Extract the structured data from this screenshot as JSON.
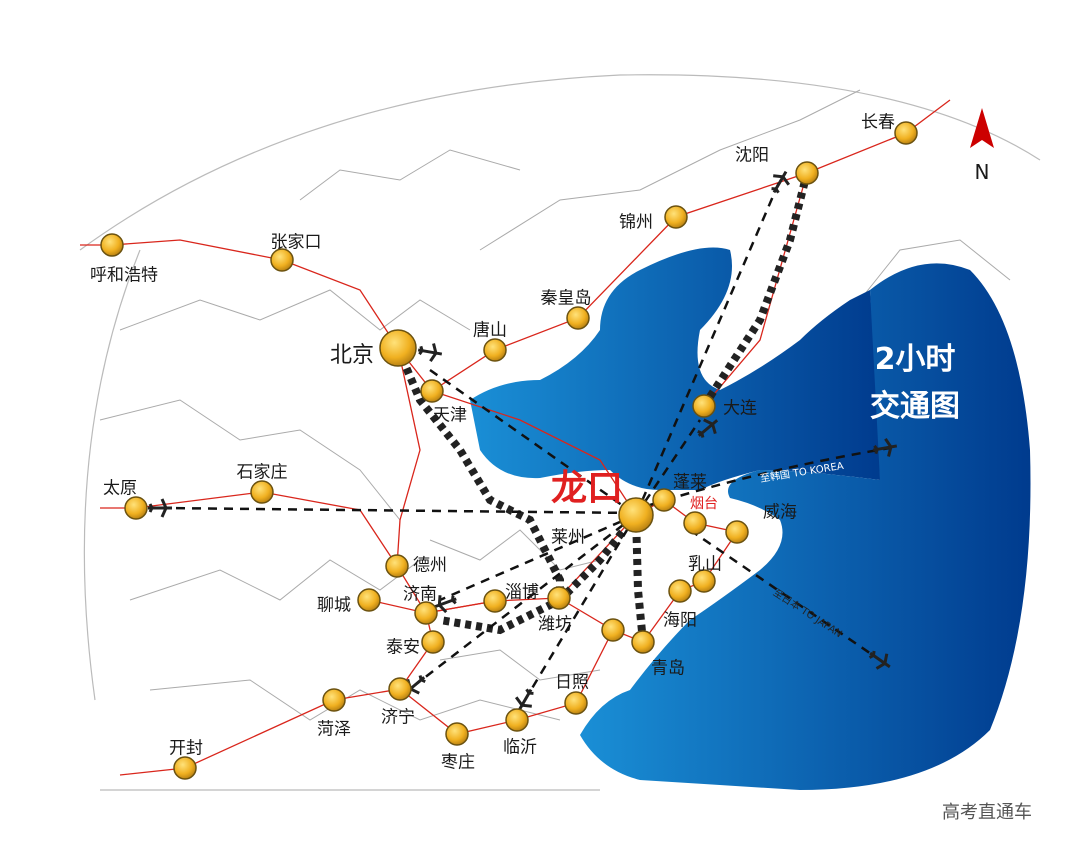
{
  "title_line1": "2小时",
  "title_line2": "交通图",
  "north_label": "N",
  "watermark": "高考直通车",
  "center_city": "龙口",
  "highlight_city": "烟台",
  "route_korea": "至韩国 TO KOREA",
  "route_japan": "至日本 TO JAPAN",
  "cities": [
    "长春",
    "沈阳",
    "锦州",
    "呼和浩特",
    "张家口",
    "秦皇岛",
    "唐山",
    "北京",
    "天津",
    "大连",
    "蓬莱",
    "威海",
    "莱州",
    "太原",
    "石家庄",
    "德州",
    "济南",
    "淄博",
    "潍坊",
    "乳山",
    "海阳",
    "聊城",
    "泰安",
    "青岛",
    "济宁",
    "菏泽",
    "日照",
    "临沂",
    "枣庄",
    "开封"
  ],
  "colors": {
    "sea_dark": "#003b8e",
    "sea_light": "#1a8fd6",
    "rail": "#d9261c",
    "city_dot": "#f0b020",
    "center_label": "#e02020"
  }
}
